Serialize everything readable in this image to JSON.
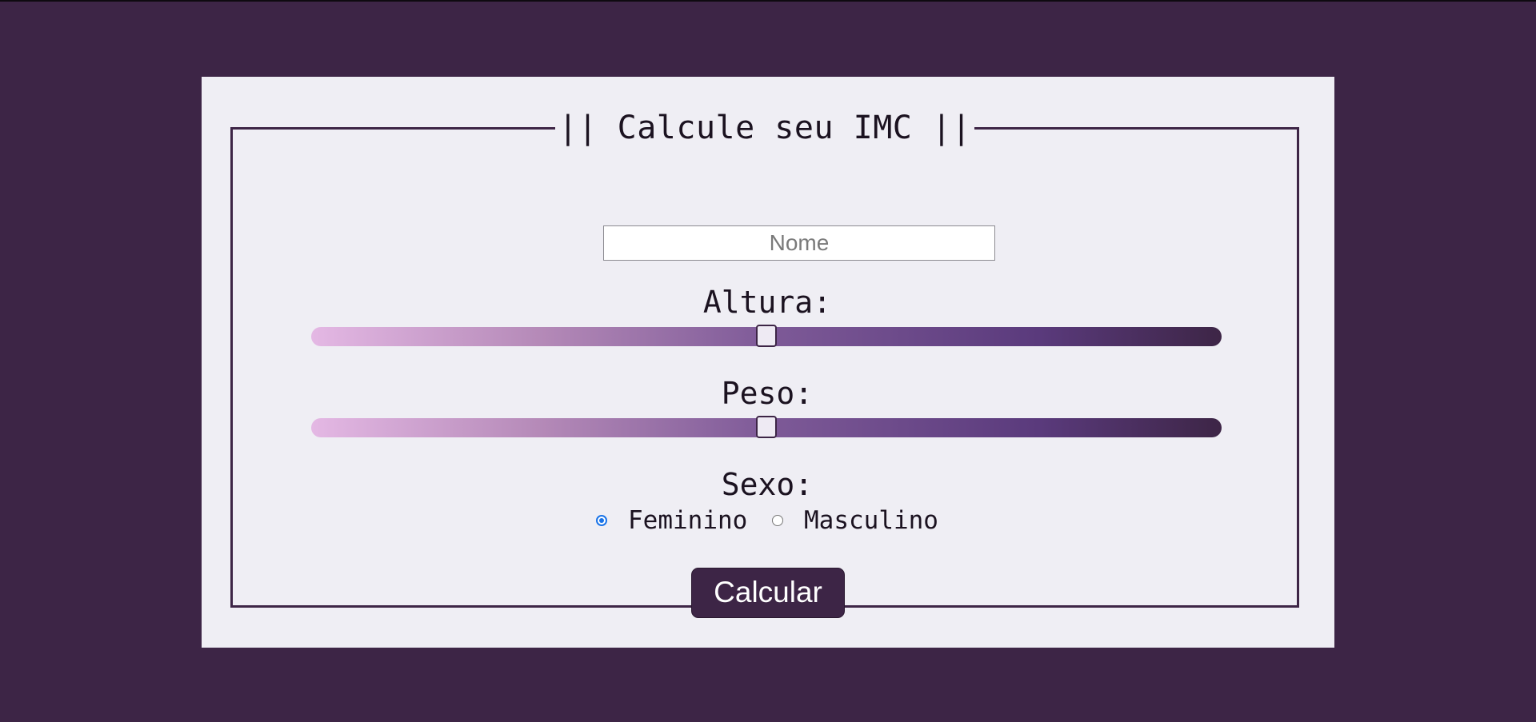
{
  "form": {
    "legend": "|| Calcule seu IMC ||",
    "name_placeholder": "Nome",
    "name_value": "",
    "altura_label": "Altura:",
    "altura_value_fraction": 0.5,
    "peso_label": "Peso:",
    "peso_value_fraction": 0.5,
    "sexo_label": "Sexo:",
    "sexo_options": [
      {
        "label": "Feminino",
        "checked": true
      },
      {
        "label": "Masculino",
        "checked": false
      }
    ],
    "submit_label": "Calcular"
  },
  "colors": {
    "background": "#3d2546",
    "card": "#efeef4",
    "accent": "#3d2546",
    "radio_checked": "#1a73e8"
  }
}
